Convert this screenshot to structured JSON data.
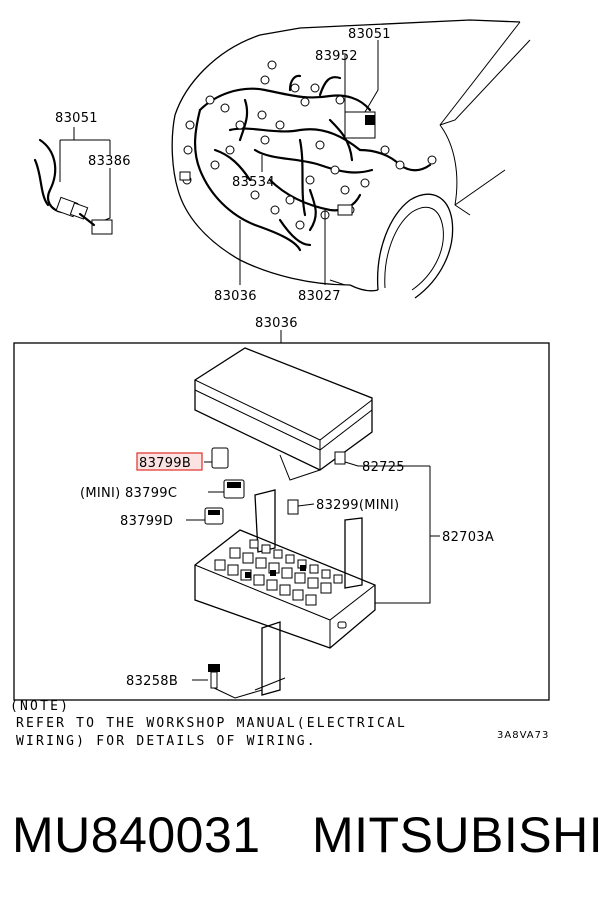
{
  "labels": {
    "top_83051": "83051",
    "top_83952": "83952",
    "left_83051": "83051",
    "left_83386": "83386",
    "mid_83534": "83534",
    "bot_83036": "83036",
    "bot_83027": "83027",
    "box_83036": "83036",
    "p83799B": "83799B",
    "p83799C": "(MINI) 83799C",
    "p83799D": "83799D",
    "p82725": "82725",
    "p83299": "83299(MINI)",
    "p82703A": "82703A",
    "p83258B": "83258B"
  },
  "highlight": {
    "color": "#e0302a",
    "fill": "#fbe3e3"
  },
  "note": {
    "line1": "(NOTE)",
    "line2": "REFER TO THE WORKSHOP MANUAL(ELECTRICAL",
    "line3": "WIRING) FOR DETAILS OF WIRING."
  },
  "code": "3A8VA73",
  "footer": {
    "part_number": "MU840031",
    "brand": "MITSUBISHI"
  }
}
